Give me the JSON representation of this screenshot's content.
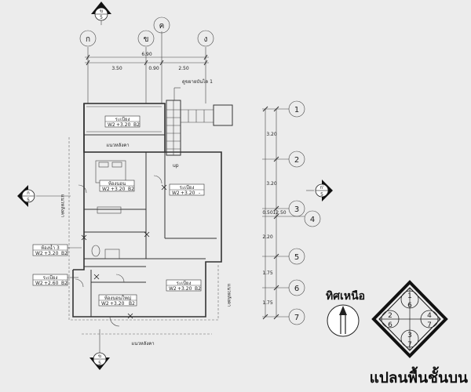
{
  "grid_top": {
    "bubbles": [
      "ก",
      "ข",
      "ค",
      "ง"
    ],
    "dims": [
      "3.50",
      "0.90",
      "2.50"
    ],
    "total": "6.90"
  },
  "grid_right": {
    "bubbles": [
      "1",
      "2",
      "3",
      "4",
      "5",
      "6",
      "7"
    ],
    "dims": [
      "3.20",
      "3.20",
      "0.50",
      "2.20",
      "1.75",
      "1.75"
    ],
    "total": "12.50"
  },
  "section_markers": {
    "top": {
      "letter": "ข",
      "sheet": "5"
    },
    "bottom": {
      "letter": "ข",
      "sheet": "5"
    },
    "left": {
      "letter": "ก",
      "sheet": "5"
    },
    "right": {
      "letter": "ก'",
      "sheet": "5"
    }
  },
  "annotations": {
    "roof_gutter_top": "แนวหลังคา",
    "roof_gutter_bottom": "แนวหลังคา",
    "roof_gutter_left": "แนวหลังคา",
    "roof_gutter_right": "แนวหลังคา",
    "stair_note": "ดูขยายบันได 1",
    "up": "up"
  },
  "rooms": {
    "balcony_top": {
      "name": "ระเบียง",
      "code": "W2",
      "level": "+3.20",
      "mat": "B2"
    },
    "bedroom": {
      "name": "ห้องนอน",
      "code": "W2",
      "level": "+3.20",
      "mat": "B2"
    },
    "hall": {
      "name": "ระเบียง",
      "code": "W2",
      "level": "+3.20",
      "mat": "-"
    },
    "bathroom": {
      "name": "ห้องน้ำ 3",
      "code": "W2",
      "level": "+3.20",
      "mat": "B2"
    },
    "balcony_left": {
      "name": "ระเบียง",
      "code": "W2",
      "level": "+2.60",
      "mat": "B2"
    },
    "bedroom2": {
      "name": "ห้องนอนใหญ่",
      "code": "W2",
      "level": "+3.20",
      "mat": "B2"
    },
    "balcony_right": {
      "name": "ระเบียง",
      "code": "W2",
      "level": "+3.20",
      "mat": "B2"
    }
  },
  "compass": {
    "label": "ทิศเหนือ",
    "key_numbers": [
      "1",
      "6",
      "2",
      "6",
      "4",
      "7",
      "3",
      "7"
    ]
  },
  "title": "แปลนพื้นชั้นบน"
}
